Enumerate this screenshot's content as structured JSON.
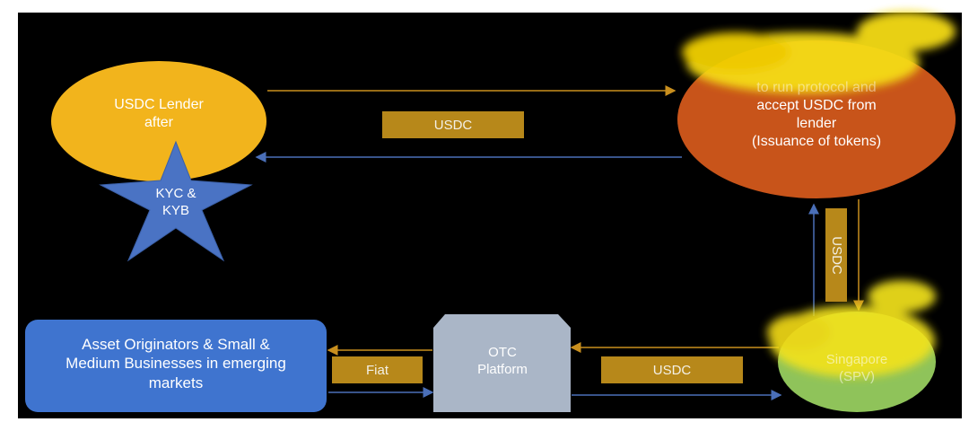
{
  "lender": {
    "line1": "USDC Lender",
    "line2": "after"
  },
  "kyc": {
    "line1": "KYC &",
    "line2": "KYB"
  },
  "protocol": {
    "obscured_line": "to run protocol and",
    "line1": "accept USDC from",
    "line2": "lender",
    "line3": "(Issuance of tokens)"
  },
  "spv": {
    "line1": "Singapore",
    "line2": "(SPV)"
  },
  "otc": {
    "line1": "OTC",
    "line2": "Platform"
  },
  "originators": {
    "line1": "Asset Originators & Small &",
    "line2": "Medium Businesses in emerging",
    "line3": "markets"
  },
  "flow_labels": {
    "top_usdc": "USDC",
    "vertical_usdc": "USDC",
    "bottom_usdc": "USDC",
    "fiat": "Fiat"
  },
  "colors": {
    "background": "#000000",
    "lender_ellipse": "#f2b41c",
    "kyc_star": "#4a73c4",
    "protocol_ellipse": "#c8541a",
    "highlight_scribble": "#f5dc16",
    "spv_ellipse": "#8fc35a",
    "originators_box": "#3f74cf",
    "otc_box": "#aab6c7",
    "label_box": "#b7881a",
    "arrow_orange": "#c98f1e",
    "arrow_blue": "#4a6fb8"
  }
}
